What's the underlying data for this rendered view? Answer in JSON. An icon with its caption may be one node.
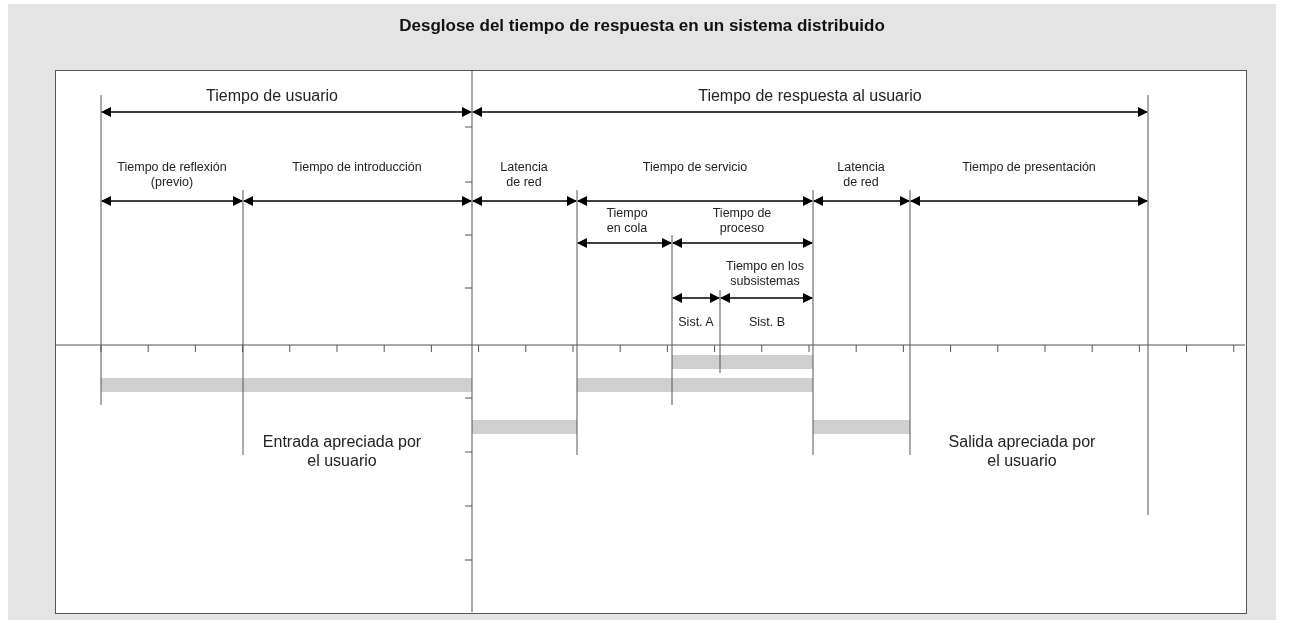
{
  "diagram": {
    "title": "Desglose del tiempo de respuesta en un sistema distribuido",
    "nodes": [
      {
        "text": [],
        "shape": "bar"
      },
      {
        "text": [],
        "shape": "bar"
      },
      {
        "text": [],
        "shape": "bar"
      },
      {
        "text": [],
        "shape": "bar"
      },
      {
        "text": [],
        "shape": "bar"
      }
    ],
    "labels": [
      "Tiempo de usuario",
      "Tiempo de respuesta al usuario",
      "Tiempo de reflexión (previo)",
      "Tiempo de introducción",
      "Latencia de red",
      "Tiempo de servicio",
      "Latencia de red",
      "Tiempo de presentación",
      "Tiempo en cola",
      "Tiempo de proceso",
      "Tiempo en los subsistemas",
      "Sist. A",
      "Sist. B",
      "Entrada apreciada por el usuario",
      "Salida apreciada por el usuario"
    ]
  }
}
